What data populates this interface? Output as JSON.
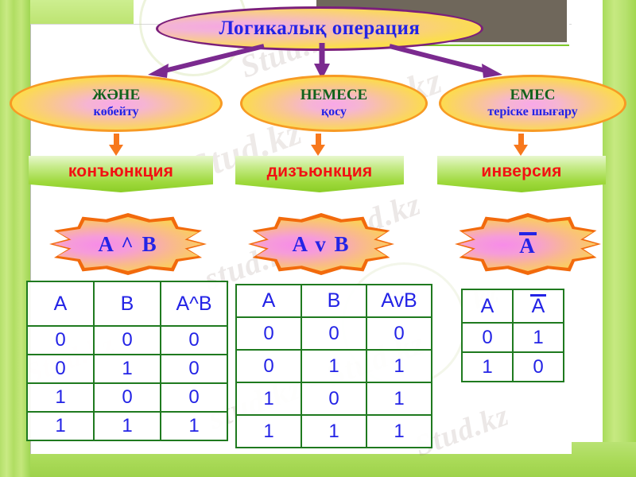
{
  "title": {
    "text": "Логикалық  операция"
  },
  "operations": [
    {
      "id": "and",
      "ellipse_title": "ЖӘНЕ",
      "ellipse_sub": "көбейту",
      "banner_label": "конъюнкция",
      "formula": "A ^ B",
      "formula_overbar": false
    },
    {
      "id": "or",
      "ellipse_title": "НЕМЕСЕ",
      "ellipse_sub": "қосу",
      "banner_label": "дизъюнкция",
      "formula": "A v B",
      "formula_overbar": false
    },
    {
      "id": "not",
      "ellipse_title": "ЕМЕС",
      "ellipse_sub": "теріске шығару",
      "banner_label": "инверсия",
      "formula": "A",
      "formula_overbar": true
    }
  ],
  "tables": [
    {
      "id": "conjunction-table",
      "headers": [
        "A",
        "B",
        "A^B"
      ],
      "rows": [
        [
          "0",
          "0",
          "0"
        ],
        [
          "0",
          "1",
          "0"
        ],
        [
          "1",
          "0",
          "0"
        ],
        [
          "1",
          "1",
          "1"
        ]
      ]
    },
    {
      "id": "disjunction-table",
      "headers": [
        "A",
        "B",
        "AvB"
      ],
      "rows": [
        [
          "0",
          "0",
          "0"
        ],
        [
          "0",
          "1",
          "1"
        ],
        [
          "1",
          "0",
          "1"
        ],
        [
          "1",
          "1",
          "1"
        ]
      ]
    },
    {
      "id": "inversion-table",
      "headers": [
        "A",
        "A"
      ],
      "header_overbar": [
        false,
        true
      ],
      "rows": [
        [
          "0",
          "1"
        ],
        [
          "1",
          "0"
        ]
      ]
    }
  ],
  "watermarks": {
    "text_a": "Stud.kz",
    "text_b": "Stud.kz - Stud.kz",
    "text_c": "stud.kz - Stud.kz",
    "text_d": "Stud.kz",
    "text_e": "Stud.kz",
    "text_f": "kz"
  },
  "colors": {
    "title_border": "#7b1f7b",
    "title_text": "#2323e6",
    "ellipse_border": "#f79a24",
    "op_title_text": "#12621b",
    "op_sub_text": "#2323e6",
    "banner_text": "#f21111",
    "star_border": "#f26a0c",
    "table_border": "#1f7a1f",
    "table_text": "#2323e6",
    "arrow_purple": "#7b2a8f",
    "arrow_orange": "#f7781d",
    "frame_green": "#a9dc5c",
    "grey_box": "#6f675b"
  }
}
